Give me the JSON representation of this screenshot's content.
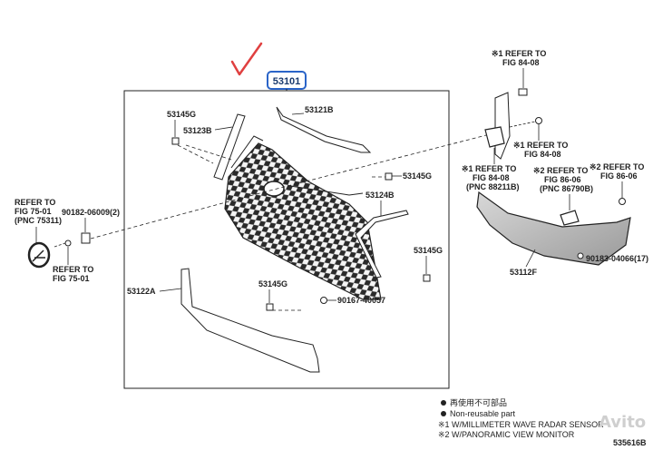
{
  "main_part": {
    "number": "53101"
  },
  "labels": {
    "p53121B": "53121B",
    "p53145G_top": "53145G",
    "p53123B": "53123B",
    "p53145G_mid": "53145G",
    "p53124B": "53124B",
    "p53145G_right": "53145G",
    "p53145G_bottom": "53145G",
    "p53122A": "53122A",
    "p90167": "90167-40057",
    "p90182": "90182-06009(2)",
    "p53112F": "53112F",
    "p90183": "90183-04066(17)"
  },
  "refs": {
    "left_top": [
      "REFER TO",
      "FIG 75-01",
      "(PNC 75311)"
    ],
    "left_bottom": [
      "REFER TO",
      "FIG 75-01"
    ],
    "r1_top": [
      "※1 REFER TO",
      "FIG 84-08"
    ],
    "r1_mid": [
      "※1 REFER TO",
      "FIG 84-08"
    ],
    "r1_radar": [
      "※1 REFER TO",
      "FIG 84-08",
      "(PNC 88211B)"
    ],
    "r2_camera": [
      "※2 REFER TO",
      "FIG 86-06",
      "(PNC 86790B)"
    ],
    "r2_right": [
      "※2 REFER TO",
      "FIG 86-06"
    ]
  },
  "legend": {
    "reuse_jp": "再使用不可部品",
    "reuse_en": "Non-reusable part",
    "note1": "※1 W/MILLIMETER WAVE RADAR SENSOR",
    "note2": "※2 W/PANORAMIC VIEW MONITOR"
  },
  "figure_code": "535616B",
  "watermark": "Avito",
  "colors": {
    "ink": "#222222",
    "box_border": "#2a64c8",
    "check_mark": "#e04040"
  }
}
